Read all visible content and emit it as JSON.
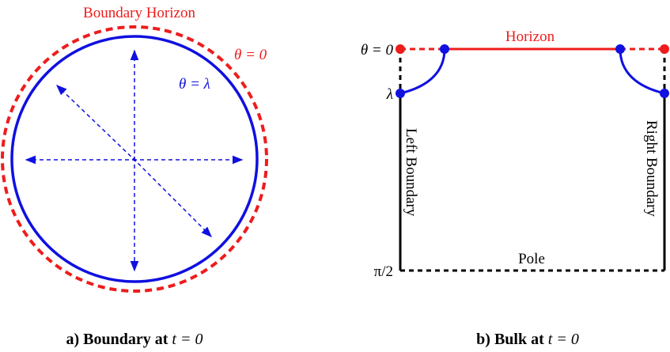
{
  "colors": {
    "red": "#ee1c1c",
    "blue": "#1010e0",
    "black": "#000000"
  },
  "left_panel": {
    "title": "Boundary Horizon",
    "theta_zero": "θ = 0",
    "theta_lambda": "θ = λ",
    "caption_bold": "a) Boundary at ",
    "caption_math": "t = 0"
  },
  "right_panel": {
    "horizon": "Horizon",
    "theta_zero": "θ = 0",
    "lambda": "λ",
    "half_pi": "π/2",
    "left_boundary": "Left Boundary",
    "right_boundary": "Right Boundary",
    "pole": "Pole",
    "caption_bold": "b) Bulk at ",
    "caption_math": "t = 0"
  }
}
